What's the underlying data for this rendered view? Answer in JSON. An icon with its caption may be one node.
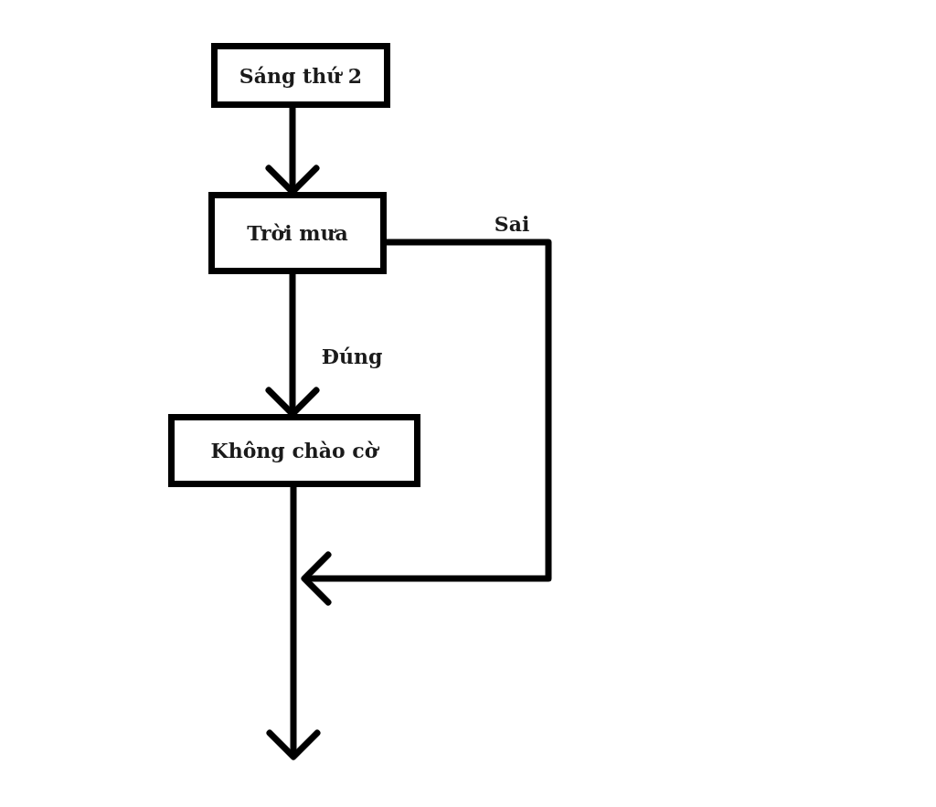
{
  "diagram": {
    "nodes": [
      {
        "text": [
          "Sáng thứ 2"
        ]
      },
      {
        "text": [
          "Trời mưa"
        ]
      },
      {
        "text": [
          "Không chào cờ"
        ]
      }
    ],
    "edges": [
      {
        "from": 0,
        "to": 1,
        "arrow": "to"
      },
      {
        "from": 1,
        "to": 2,
        "arrow": "to",
        "label": "Đúng"
      },
      {
        "from": 1,
        "to": null,
        "arrow": "to",
        "label": "Sai"
      },
      {
        "from": 2,
        "to": null,
        "arrow": "to"
      }
    ]
  }
}
